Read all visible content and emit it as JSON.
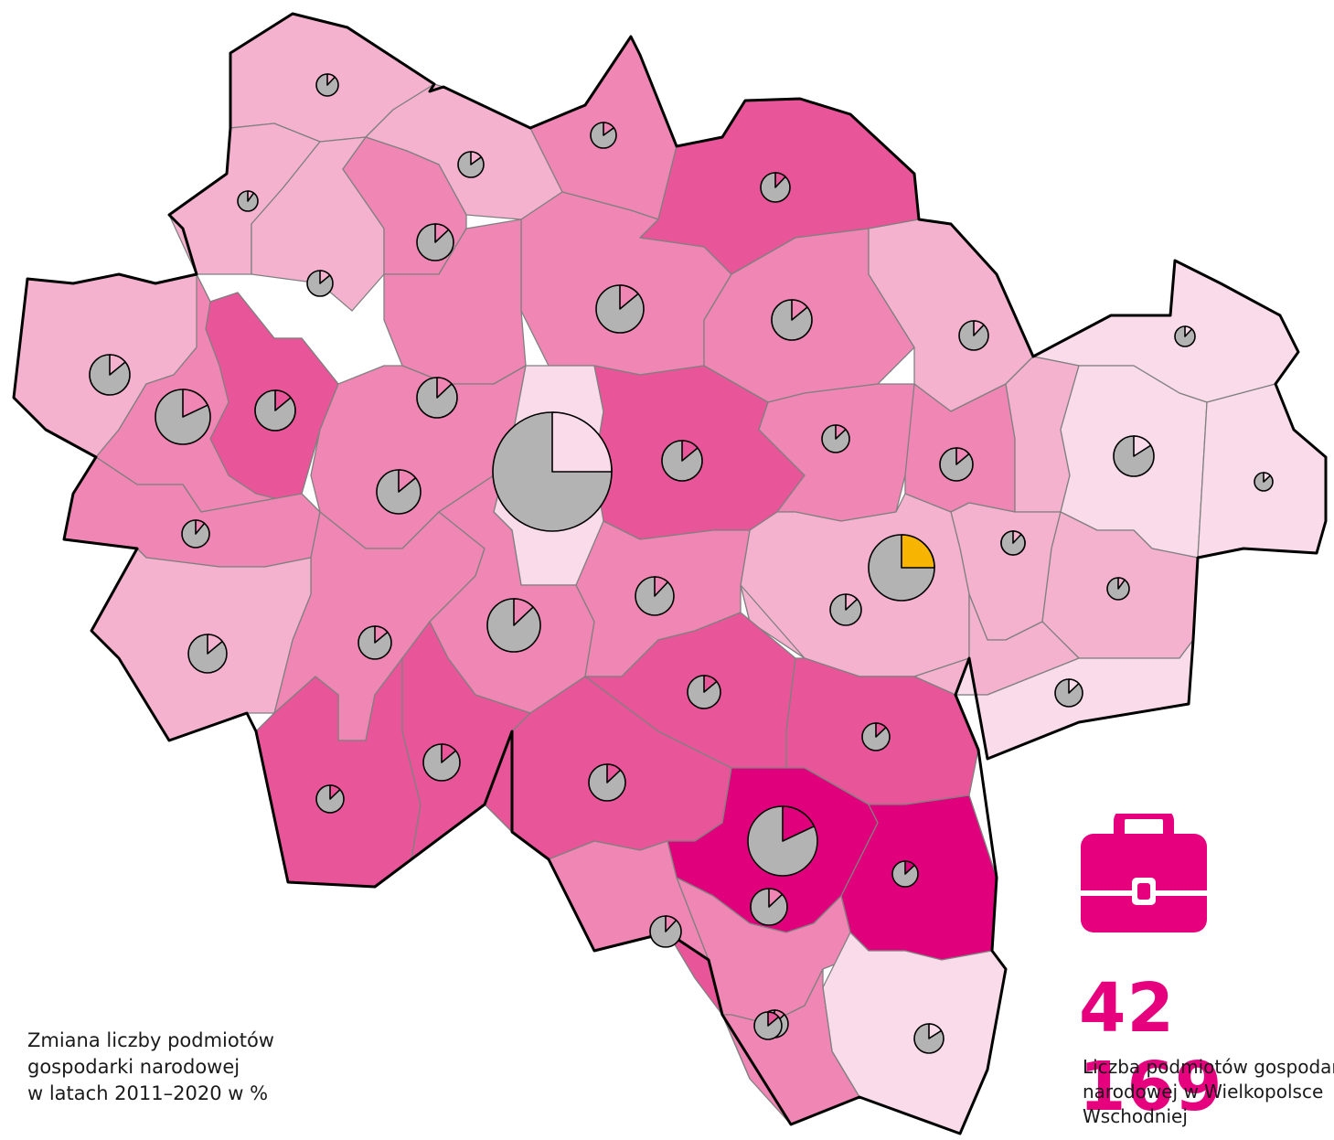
{
  "legend": {
    "lines": [
      "Zmiana liczby podmiotów",
      "gospodarki narodowej",
      "w latach 2011–2020 w %"
    ]
  },
  "stat": {
    "value": "42 169",
    "label_lines": [
      "Liczba podmiotów gospodarki",
      "narodowej w Wielkopolsce",
      "Wschodniej"
    ]
  },
  "colors": {
    "accent": "#e6007e",
    "class_1": "#fadbe9",
    "class_2": "#f5b2cf",
    "class_3": "#ef86b3",
    "class_4": "#e85598",
    "class_5": "#e0007c",
    "pie_base": "#b3b3b3",
    "pie_highlight": "#f7b400"
  },
  "icons": [
    "briefcase-icon"
  ],
  "map_data": {
    "type": "choropleth-with-pie-symbols",
    "regions": [
      {
        "id": "r01",
        "cls": 2,
        "pie": {
          "share": 0.12
        }
      },
      {
        "id": "r02",
        "cls": 2,
        "pie": {
          "share": 0.1
        }
      },
      {
        "id": "r03",
        "cls": 2,
        "pie": {
          "share": 0.14
        }
      },
      {
        "id": "r04",
        "cls": 2,
        "pie": {
          "share": 0.15
        }
      },
      {
        "id": "r05",
        "cls": 3,
        "pie": {
          "share": 0.15
        }
      },
      {
        "id": "r06",
        "cls": 2,
        "pie": {
          "share": 0.14
        }
      },
      {
        "id": "r07",
        "cls": 3,
        "pie": {
          "share": 0.13
        }
      },
      {
        "id": "r08",
        "cls": 4,
        "pie": {
          "share": 0.12
        }
      },
      {
        "id": "r09",
        "cls": 3,
        "pie": {
          "share": 0.14
        }
      },
      {
        "id": "r10",
        "cls": 3,
        "pie": {
          "share": 0.14
        }
      },
      {
        "id": "r11",
        "cls": 3,
        "pie": {
          "share": 0.13
        }
      },
      {
        "id": "r12",
        "cls": 2,
        "pie": {
          "share": 0.12
        }
      },
      {
        "id": "r13",
        "cls": 1,
        "pie": {
          "share": 0.12
        }
      },
      {
        "id": "r14",
        "cls": 3,
        "pie": {
          "share": 0.18
        }
      },
      {
        "id": "r15",
        "cls": 4,
        "pie": {
          "share": 0.14
        }
      },
      {
        "id": "r16",
        "cls": 3,
        "pie": {
          "share": 0.11
        }
      },
      {
        "id": "r17",
        "cls": 3,
        "pie": {
          "share": 0.14
        }
      },
      {
        "id": "r18",
        "cls": 1,
        "pie": {
          "share": 0.25
        }
      },
      {
        "id": "r19",
        "cls": 4,
        "pie": {
          "share": 0.14
        }
      },
      {
        "id": "r20",
        "cls": 3,
        "pie": {
          "share": 0.13
        }
      },
      {
        "id": "r21",
        "cls": 3,
        "pie": {
          "share": 0.14
        }
      },
      {
        "id": "r22",
        "cls": 2,
        "pie": {
          "share": 0.14
        }
      },
      {
        "id": "r23",
        "cls": 2,
        "pie": {
          "share": 0.12
        }
      },
      {
        "id": "r24",
        "cls": 1,
        "pie": {
          "share": 0.16
        }
      },
      {
        "id": "r25",
        "cls": 1,
        "pie": {
          "share": 0.13
        }
      },
      {
        "id": "r26",
        "cls": 3,
        "pie": {
          "share": 0.14
        }
      },
      {
        "id": "r27",
        "cls": 3,
        "pie": {
          "share": 0.13
        }
      },
      {
        "id": "r28",
        "cls": 2,
        "pie": {
          "share": 0.25,
          "highlight": true
        }
      },
      {
        "id": "r29",
        "cls": 2,
        "pie": {
          "share": 0.1
        }
      },
      {
        "id": "r30",
        "cls": 2,
        "pie": {
          "share": 0.13
        }
      },
      {
        "id": "r31",
        "cls": 1,
        "pie": {
          "share": 0.13
        }
      },
      {
        "id": "r32",
        "cls": 3,
        "pie": {
          "share": 0.12
        }
      },
      {
        "id": "r33",
        "cls": 4,
        "pie": {
          "share": 0.14
        }
      },
      {
        "id": "r34",
        "cls": 4,
        "pie": {
          "share": 0.13
        }
      },
      {
        "id": "r35",
        "cls": 4,
        "pie": {
          "share": 0.13
        }
      },
      {
        "id": "r36",
        "cls": 5,
        "pie": {
          "share": 0.18
        }
      },
      {
        "id": "r37",
        "cls": 5,
        "pie": {
          "share": 0.13
        }
      },
      {
        "id": "r38",
        "cls": 4,
        "pie": {
          "share": 0.13
        }
      },
      {
        "id": "r39",
        "cls": 4,
        "pie": {
          "share": 0.14
        }
      },
      {
        "id": "r40",
        "cls": 3,
        "pie": {
          "share": 0.13
        }
      },
      {
        "id": "r41",
        "cls": 1,
        "pie": {
          "share": 0.16
        }
      },
      {
        "id": "r42",
        "cls": 3,
        "pie": {
          "share": 0.13
        }
      },
      {
        "id": "r43",
        "cls": 3,
        "pie": {
          "share": 0.12
        }
      },
      {
        "id": "r44",
        "cls": 4,
        "pie": {
          "share": 0.14
        }
      },
      {
        "id": "r45",
        "cls": 2,
        "pie": {
          "share": 0.14
        }
      }
    ]
  }
}
